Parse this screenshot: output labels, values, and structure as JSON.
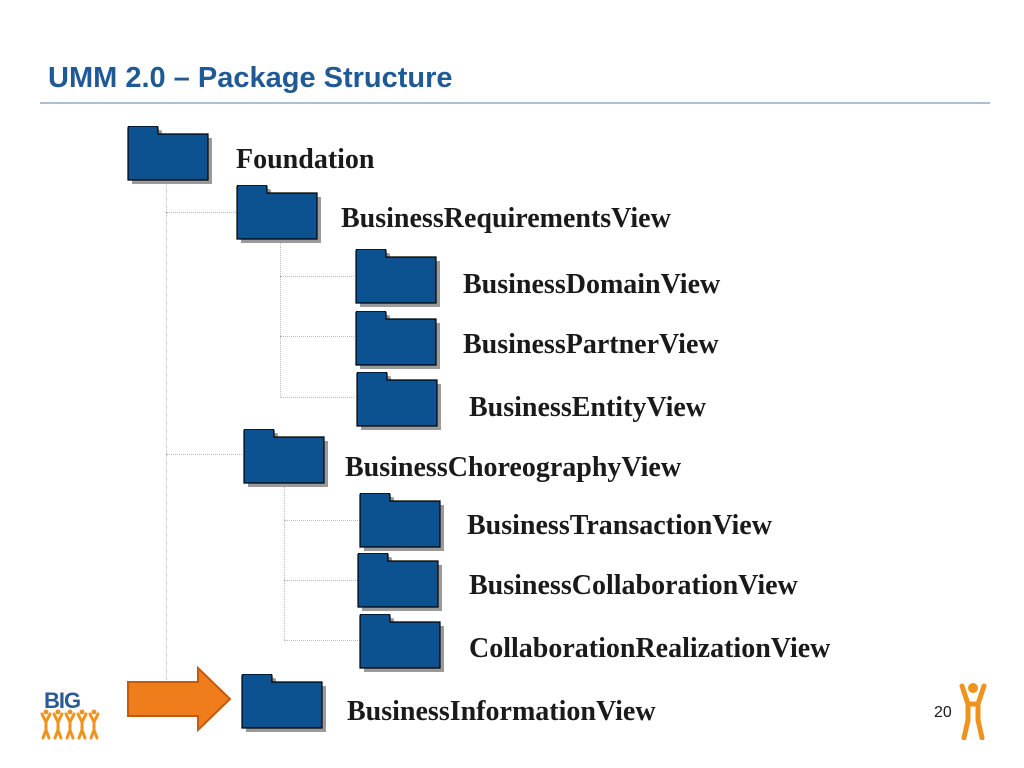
{
  "slide": {
    "title": "UMM 2.0 – Package Structure",
    "page_number": "20",
    "logo_text": "BIG"
  },
  "colors": {
    "title": "#1f5a96",
    "folder_fill": "#0c5190",
    "folder_shadow": "#9a9a9a",
    "arrow_fill": "#f07d1c",
    "arrow_stroke": "#c55a08",
    "logo_figure": "#f0931c"
  },
  "tree": {
    "root": {
      "label": "Foundation"
    },
    "requirements": {
      "label": "BusinessRequirementsView",
      "children": [
        {
          "label": "BusinessDomainView"
        },
        {
          "label": "BusinessPartnerView"
        },
        {
          "label": "BusinessEntityView"
        }
      ]
    },
    "choreography": {
      "label": "BusinessChoreographyView",
      "children": [
        {
          "label": "BusinessTransactionView"
        },
        {
          "label": "BusinessCollaborationView"
        },
        {
          "label": "CollaborationRealizationView"
        }
      ]
    },
    "information": {
      "label": "BusinessInformationView"
    }
  }
}
